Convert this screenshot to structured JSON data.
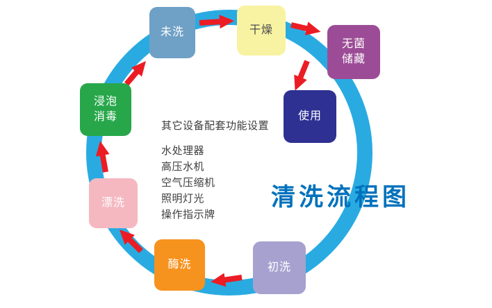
{
  "diagram": {
    "title": "清洗流程图",
    "title_color": "#0071BC",
    "ring_color": "#29ABE2",
    "arrow_color": "#EC1C24",
    "nodes": [
      {
        "id": "weixi",
        "label": "未洗",
        "color": "#6FA0C6",
        "text_color": "#FFFFFF"
      },
      {
        "id": "ganzao",
        "label": "干燥",
        "color": "#F8F3A2",
        "text_color": "#4D4D4D"
      },
      {
        "id": "wujun",
        "label": "无菌\n储藏",
        "color": "#9C4C96",
        "text_color": "#FFFFFF"
      },
      {
        "id": "shiyong",
        "label": "使用",
        "color": "#2E3192",
        "text_color": "#FFFFFF"
      },
      {
        "id": "chuxi",
        "label": "初洗",
        "color": "#A7A1D0",
        "text_color": "#FFFFFF"
      },
      {
        "id": "meixi",
        "label": "酶洗",
        "color": "#F6921E",
        "text_color": "#FFFFFF"
      },
      {
        "id": "piaoxi",
        "label": "漂洗",
        "color": "#F5B8C1",
        "text_color": "#FFFFFF"
      },
      {
        "id": "jinpao",
        "label": "浸泡\n消毒",
        "color": "#27A74A",
        "text_color": "#FFFFFF"
      }
    ],
    "edges": [
      {
        "from": "未洗",
        "to": "干燥"
      },
      {
        "from": "干燥",
        "to": "无菌储藏"
      },
      {
        "from": "无菌储藏",
        "to": "使用"
      },
      {
        "from": "初洗",
        "to": "酶洗"
      },
      {
        "from": "酶洗",
        "to": "漂洗"
      },
      {
        "from": "漂洗",
        "to": "浸泡消毒"
      },
      {
        "from": "浸泡消毒",
        "to": "未洗"
      }
    ],
    "center_text": {
      "heading": "其它设备配套功能设置",
      "items": [
        "水处理器",
        "高压水机",
        "空气压缩机",
        "照明灯光",
        "操作指示牌"
      ]
    }
  }
}
